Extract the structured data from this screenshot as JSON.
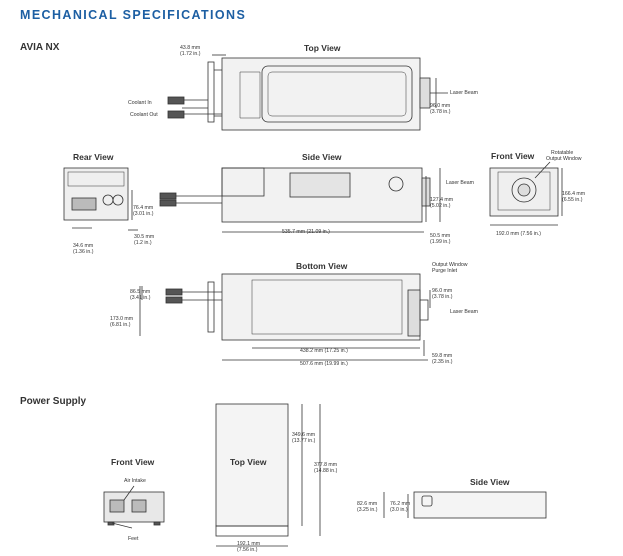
{
  "header": {
    "title": "MECHANICAL SPECIFICATIONS"
  },
  "sections": {
    "avia": "AVIA NX",
    "power": "Power Supply"
  },
  "views": {
    "top": "Top View",
    "rear": "Rear View",
    "side": "Side View",
    "front": "Front View",
    "bottom": "Bottom View",
    "ps_front": "Front View",
    "ps_top": "Top View",
    "ps_side": "Side View"
  },
  "labels": {
    "coolant_in": "Coolant In",
    "coolant_out": "Coolant Out",
    "laser_beam_top": "Laser Beam",
    "laser_beam_side": "Laser Beam",
    "laser_beam_bottom": "Laser Beam",
    "rotatable": "Rotatable",
    "output_window": "Output Window",
    "ow_purge_1": "Output Window",
    "ow_purge_2": "Purge Inlet",
    "air_intake": "Air Intake",
    "feet": "Feet"
  },
  "dims": {
    "top_w_mm": "43.8 mm",
    "top_w_in": "(1.72 in.)",
    "top_h_mm": "96.0 mm",
    "top_h_in": "(3.78 in.)",
    "rear_h_mm": "76.4 mm",
    "rear_h_in": "(3.01 in.)",
    "rear_b_mm": "30.5 mm",
    "rear_b_in": "(1.2 in.)",
    "rear_w_mm": "34.6 mm",
    "rear_w_in": "(1.36 in.)",
    "side_h_mm": "127.4 mm",
    "side_h_in": "(5.02 in.)",
    "side_l_mm": "535.7 mm (21.09 in.)",
    "side_b_mm": "50.5 mm",
    "side_b_in": "(1.99 in.)",
    "front_h_mm": "166.4 mm",
    "front_h_in": "(6.55 in.)",
    "front_w": "192.0 mm (7.56 in.)",
    "bot_a_mm": "86.5 mm",
    "bot_a_in": "(3.41 in.)",
    "bot_b_mm": "173.0 mm",
    "bot_b_in": "(6.81 in.)",
    "bot_c_mm": "96.0 mm",
    "bot_c_in": "(3.78 in.)",
    "bot_l1": "438.2 mm (17.25 in.)",
    "bot_l2": "507.6 mm (19.99 in.)",
    "bot_d_mm": "59.8 mm",
    "bot_d_in": "(2.35 in.)",
    "ps_h1_mm": "349.6 mm",
    "ps_h1_in": "(13.77 in.)",
    "ps_h2_mm": "377.8 mm",
    "ps_h2_in": "(14.88 in.)",
    "ps_w_mm": "192.1 mm",
    "ps_w_in": "(7.56 in.)",
    "ps_s1_mm": "82.6 mm",
    "ps_s1_in": "(3.25 in.)",
    "ps_s2_mm": "76.2 mm",
    "ps_s2_in": "(3.0 in.)"
  },
  "colors": {
    "title": "#1d5fa3",
    "line": "#333333",
    "fill": "#e6e6e6"
  }
}
